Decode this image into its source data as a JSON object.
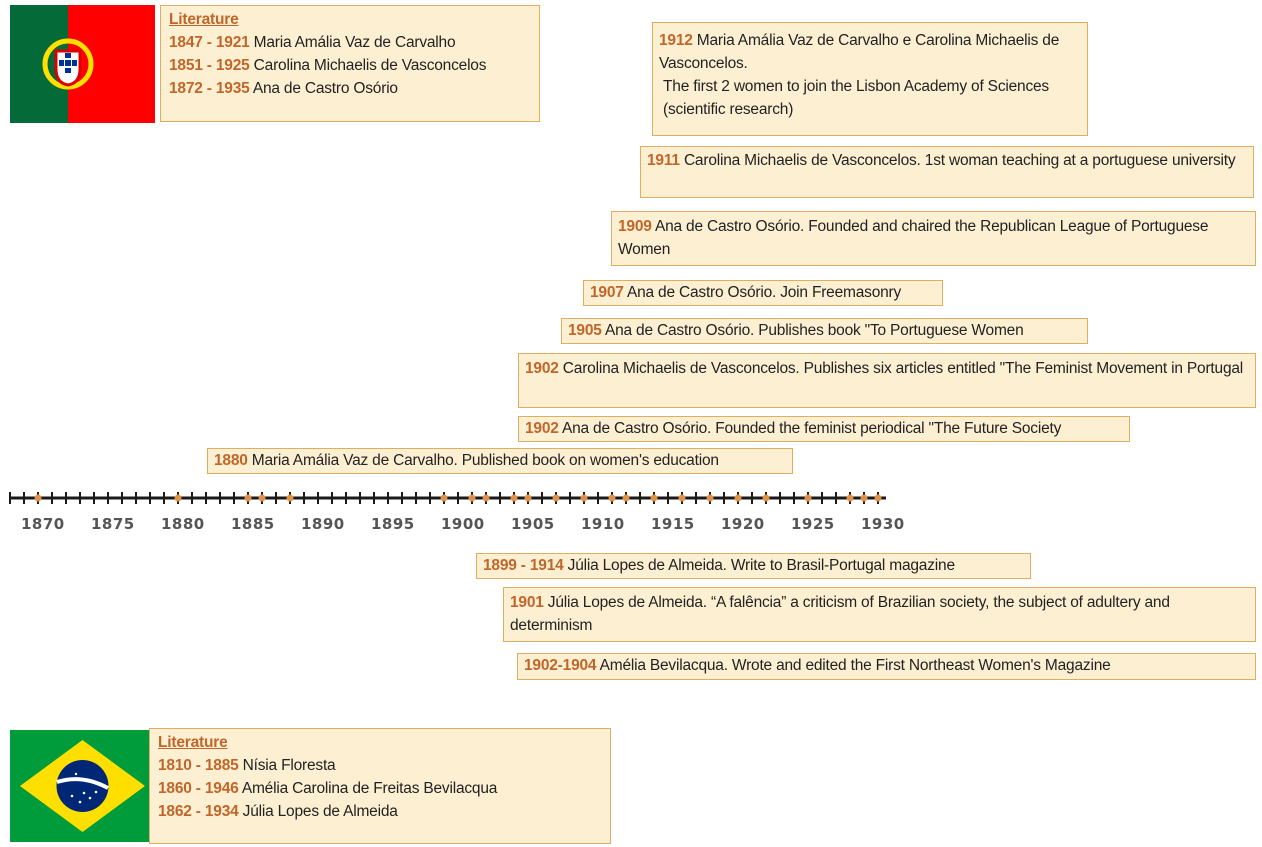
{
  "portugal": {
    "header": "Literature",
    "items": [
      {
        "years": "1847 - 1921",
        "name": "Maria Amália Vaz de Carvalho"
      },
      {
        "years": "1851 - 1925",
        "name": "Carolina Michaelis de Vasconcelos"
      },
      {
        "years": "1872 - 1935",
        "name": "Ana de Castro Osório"
      }
    ]
  },
  "brazil": {
    "header": "Literature",
    "items": [
      {
        "years": "1810 - 1885",
        "name": "Nísia Floresta"
      },
      {
        "years": "1860 - 1946",
        "name": "Amélia Carolina de Freitas Bevilacqua"
      },
      {
        "years": "1862 - 1934",
        "name": "Júlia Lopes de Almeida"
      }
    ]
  },
  "events_above": [
    {
      "year": "1912",
      "text": "Maria Amália Vaz de Carvalho e Carolina Michaelis de Vasconcelos.",
      "text2": "The first 2 women to join the Lisbon Academy of Sciences (scientific research)"
    },
    {
      "year": "1911",
      "text": "Carolina Michaelis de Vasconcelos. 1st woman teaching at a portuguese university"
    },
    {
      "year": "1909",
      "text": "Ana de Castro Osório. Founded and chaired the Republican League of Portuguese Women"
    },
    {
      "year": "1907",
      "text": "Ana de Castro Osório. Join Freemasonry"
    },
    {
      "year": "1905",
      "text": "Ana de Castro Osório. Publishes book \"To Portuguese Women"
    },
    {
      "year": "1902",
      "text": "Carolina Michaelis de Vasconcelos. Publishes six articles entitled \"The Feminist Movement in Portugal"
    },
    {
      "year": "1902",
      "text": "Ana de Castro Osório. Founded the feminist periodical \"The Future Society"
    },
    {
      "year": "1880",
      "text": "Maria Amália Vaz de Carvalho. Published book on women's education"
    }
  ],
  "events_below": [
    {
      "year": "1899 - 1914",
      "text": "Júlia Lopes de Almeida. Write to Brasil-Portugal magazine"
    },
    {
      "year": "1901",
      "text": "Júlia Lopes de Almeida. “A falência” a criticism of Brazilian society, the subject of adultery and determinism"
    },
    {
      "year": "1902-1904",
      "text": "Amélia Bevilacqua. Wrote and edited the First Northeast Women's Magazine"
    }
  ],
  "timeline": {
    "start": 1868,
    "end": 1932,
    "labels": [
      "1870",
      "1875",
      "1880",
      "1885",
      "1890",
      "1895",
      "1900",
      "1905",
      "1910",
      "1915",
      "1920",
      "1925",
      "1930"
    ],
    "marked_years": [
      1870,
      1880,
      1885,
      1886,
      1888,
      1899,
      1901,
      1902,
      1904,
      1905,
      1907,
      1909,
      1911,
      1912,
      1914,
      1916,
      1918,
      1920,
      1922,
      1925,
      1928,
      1929,
      1930
    ],
    "colors": {
      "line": "#1a1a1a",
      "dot": "#e0914a"
    }
  },
  "flag_colors": {
    "pt_green": "#046a38",
    "pt_red": "#ff0000",
    "pt_gold": "#ffe000",
    "br_green": "#009c3b",
    "br_yellow": "#ffdf00",
    "br_blue": "#002776"
  }
}
